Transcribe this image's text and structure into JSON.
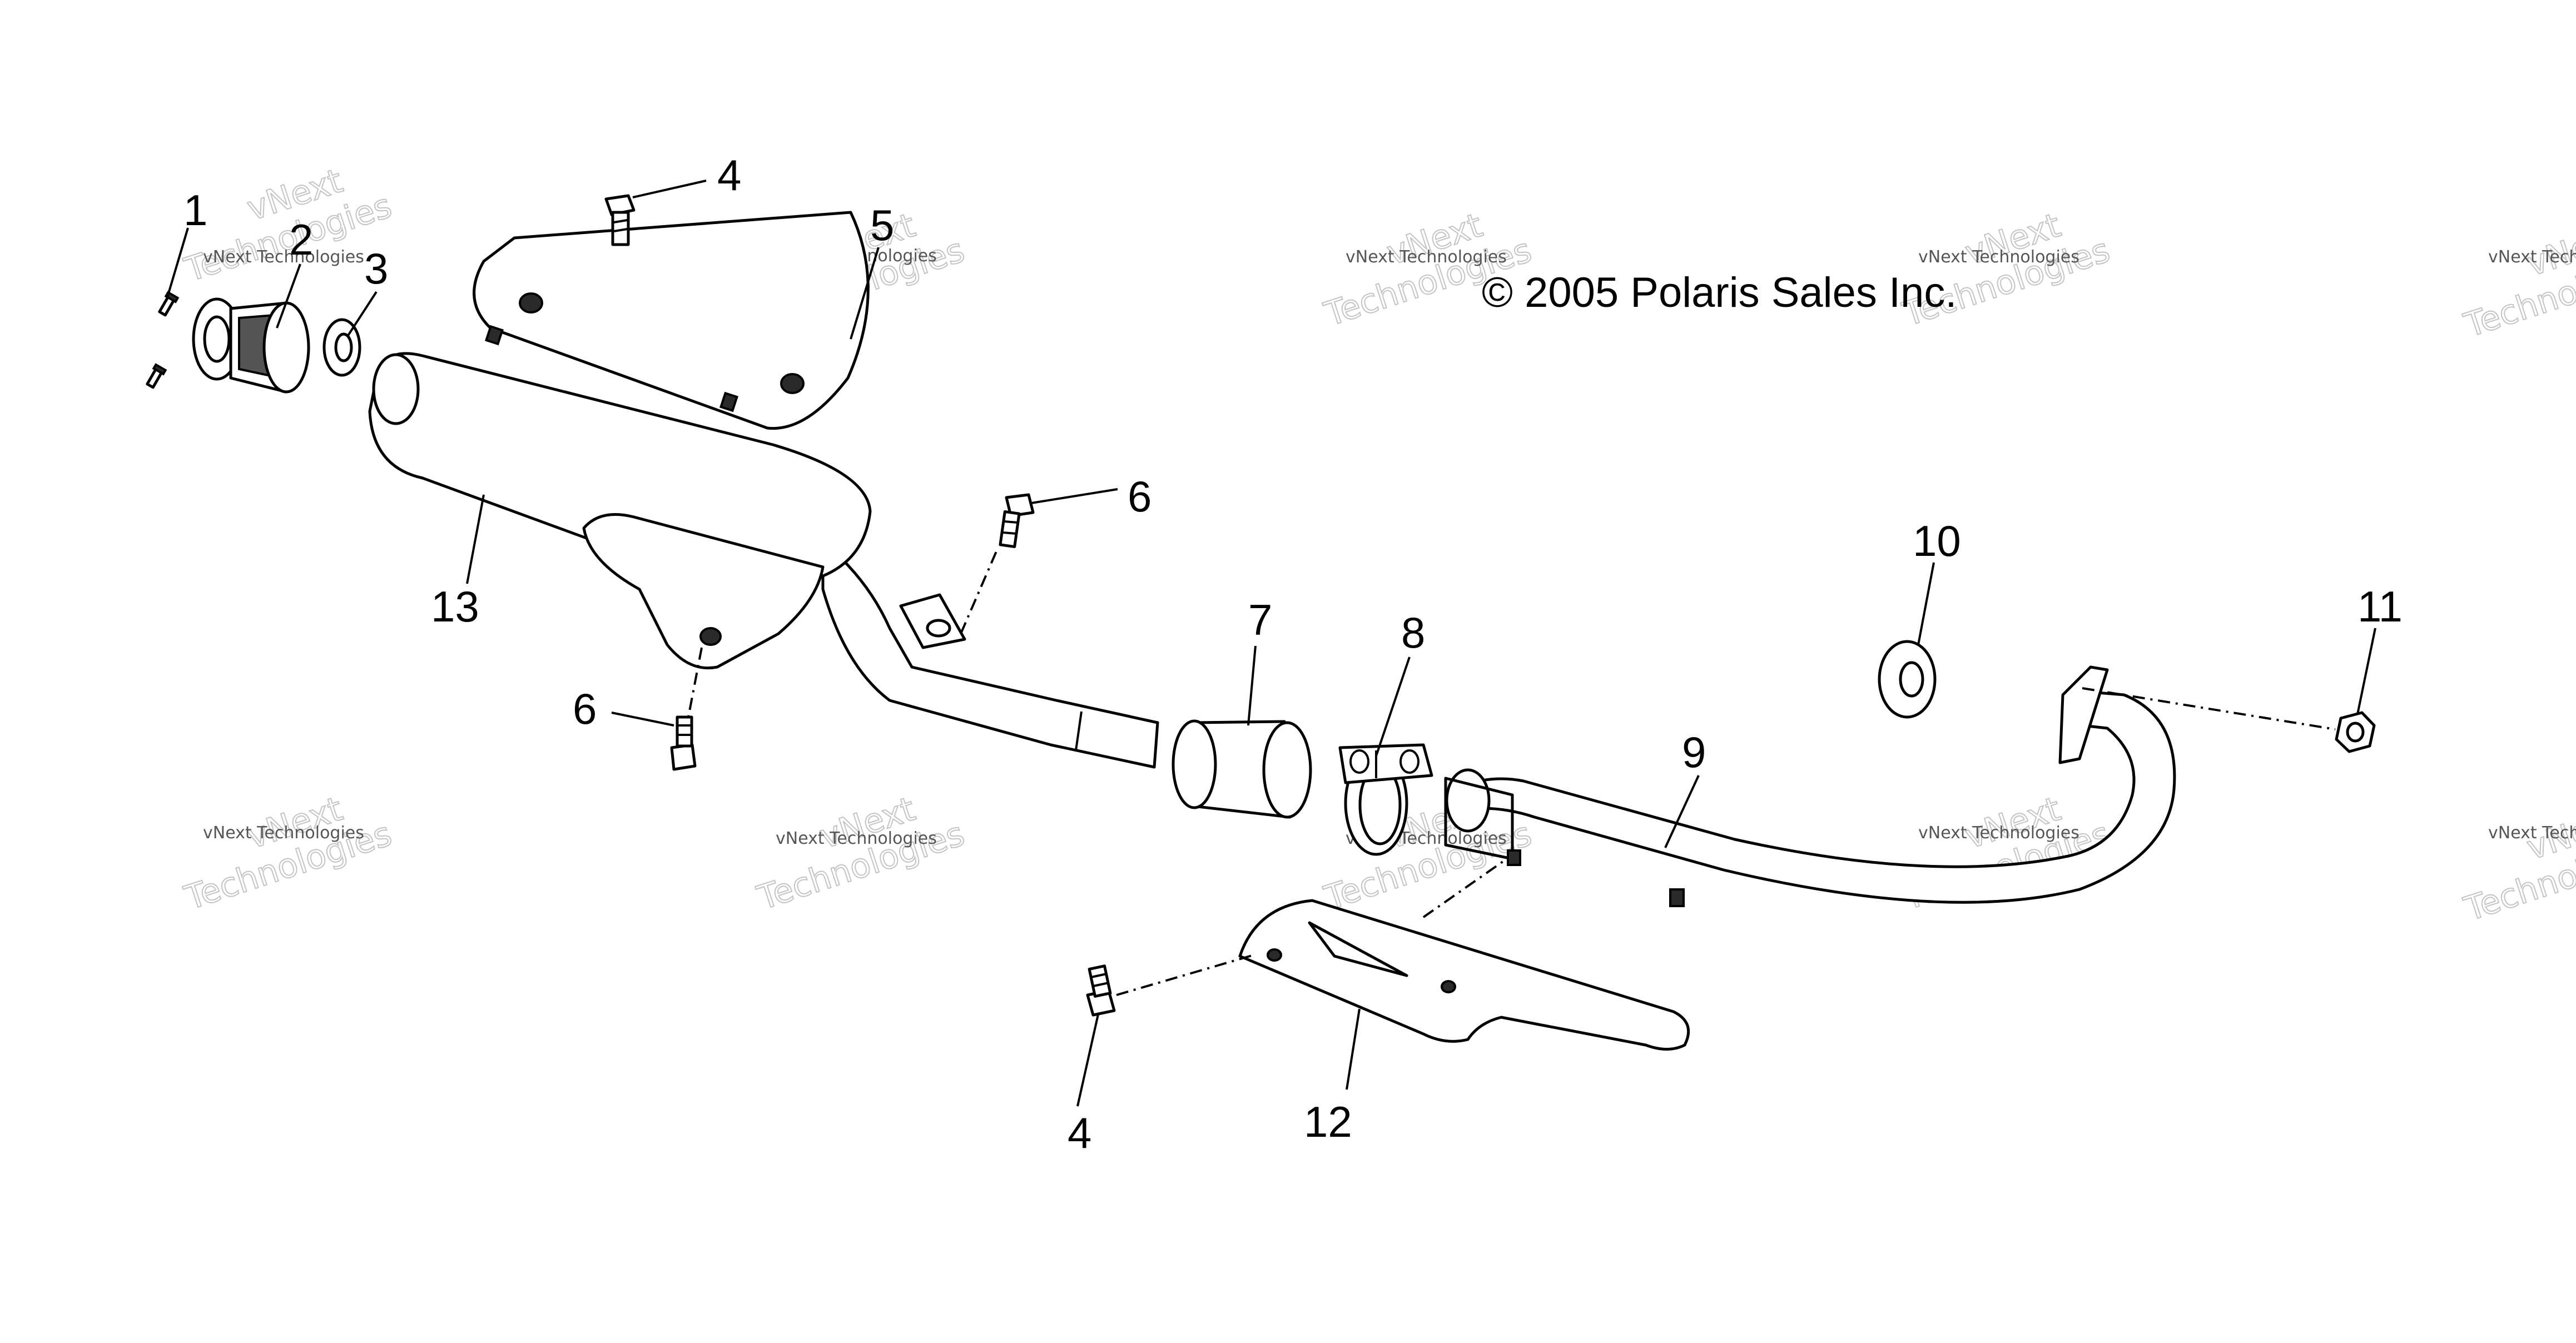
{
  "copyright": "© 2005 Polaris Sales Inc.",
  "watermark": {
    "line1": "vNext Technologies",
    "line2": "vNext",
    "line3": "Technologies"
  },
  "callouts": {
    "c1": "1",
    "c2": "2",
    "c3": "3",
    "c4a": "4",
    "c4b": "4",
    "c5": "5",
    "c6a": "6",
    "c6b": "6",
    "c7": "7",
    "c8": "8",
    "c9": "9",
    "c10": "10",
    "c11": "11",
    "c12": "12",
    "c13": "13"
  },
  "colors": {
    "line": "#000000",
    "background": "#ffffff",
    "watermark": "#c4c4c4"
  }
}
